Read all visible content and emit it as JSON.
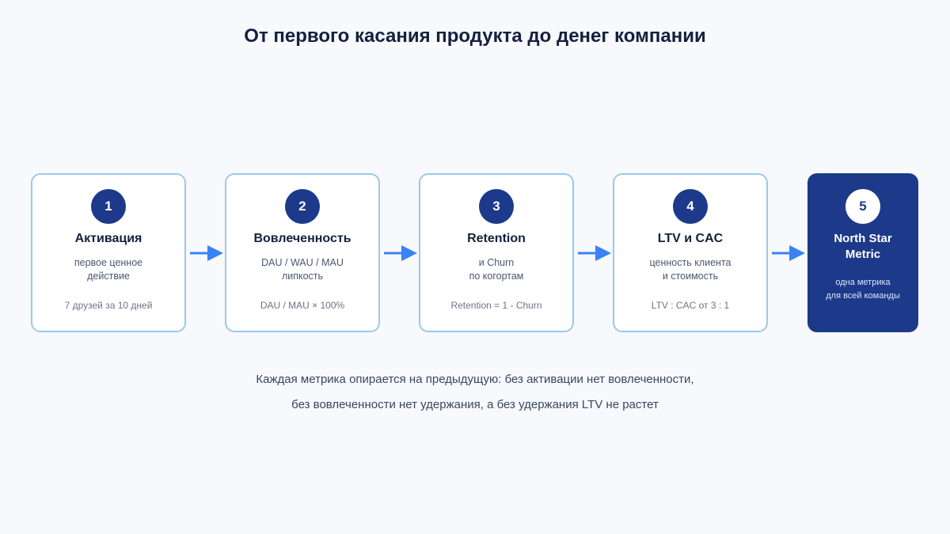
{
  "title": "От первого касания продукта до денег компании",
  "steps": [
    {
      "number": "1",
      "title": "Активация",
      "desc": [
        "первое ценное",
        "действие"
      ],
      "formula": "7 друзей за 10 дней"
    },
    {
      "number": "2",
      "title": "Вовлеченность",
      "desc": [
        "DAU / WAU / MAU",
        "липкость"
      ],
      "formula": "DAU / MAU × 100%"
    },
    {
      "number": "3",
      "title": "Retention",
      "desc": [
        "и Churn",
        "по когортам"
      ],
      "formula": "Retention = 1 - Churn"
    },
    {
      "number": "4",
      "title": "LTV и CAC",
      "desc": [
        "ценность клиента",
        "и стоимость"
      ],
      "formula": "LTV : CAC от 3 : 1"
    },
    {
      "number": "5",
      "title": [
        "North Star",
        "Metric"
      ],
      "desc": [
        "одна метрика",
        "для всей команды"
      ]
    }
  ],
  "footer": [
    "Каждая метрика опирается на предыдущую: без активации нет вовлеченности,",
    "без вовлеченности нет удержания, а без удержания LTV не растет"
  ],
  "colors": {
    "accent_dark": "#1d3a8a",
    "card_border": "#9cc9ea",
    "arrow": "#3b82f6",
    "background": "#f7f9fc"
  }
}
